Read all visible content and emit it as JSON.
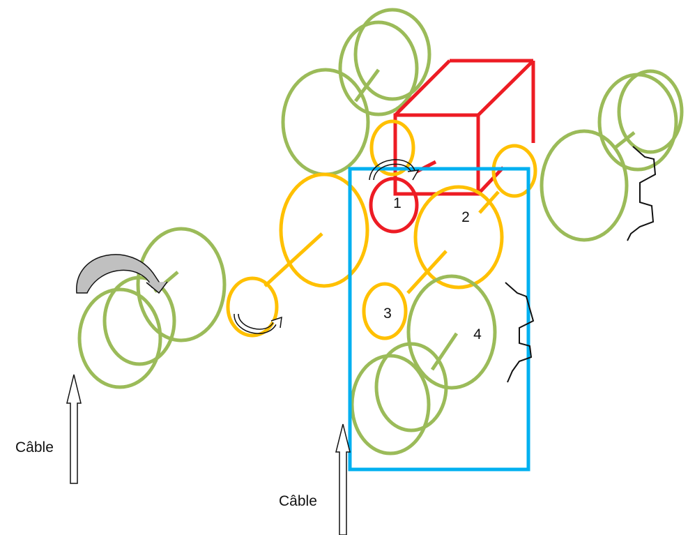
{
  "colors": {
    "green": "#9bbb59",
    "orange": "#ffc000",
    "red": "#ed1c24",
    "cyan": "#00b0f0",
    "black": "#111111",
    "arrow_fill": "#c0c0c0"
  },
  "labels": {
    "cable_left": "Câble",
    "cable_center": "Câble",
    "gear_1": "1",
    "gear_2": "2",
    "gear_3": "3",
    "gear_4": "4"
  },
  "icons": {
    "up_arrow": "up-arrow-icon",
    "rotation_arrow": "curved-arrow-icon",
    "ratchet_pawl": "pawl-icon"
  }
}
